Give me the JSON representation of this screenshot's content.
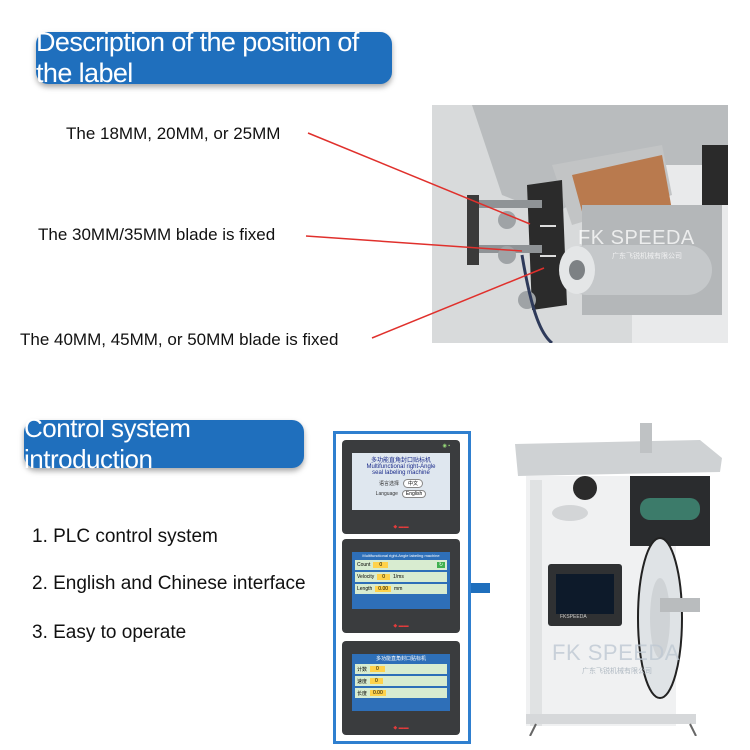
{
  "section1": {
    "title": "Description of the position of the label",
    "labels": [
      "The 18MM, 20MM, or 25MM",
      "The 30MM/35MM blade is fixed",
      "The 40MM, 45MM, or 50MM blade is fixed"
    ],
    "watermark": "FK SPEEDA",
    "watermark_sub": "广东飞锐机械有限公司"
  },
  "section2": {
    "title": "Control system introduction",
    "bullets": [
      "1. PLC control system",
      "2. English and Chinese interface",
      "3. Easy to operate"
    ],
    "screen1": {
      "line1": "多功能直角封口贴标机",
      "line2": "Multifunctional right-Angle",
      "line3": "seal labeling machine",
      "btn_cn": "中文",
      "lang_cn": "语言选择",
      "btn_en": "English",
      "lang_en": "Language"
    },
    "screen2": {
      "header": "Multifunctional right-Angle labeling machine",
      "count_label": "Count",
      "count_value": "0",
      "velocity_label": "Velocity",
      "velocity_value": "0",
      "velocity_unit": "1/ms",
      "length_label": "Length",
      "length_value": "0.00",
      "length_unit": "mm"
    },
    "screen3": {
      "header": "多功能直角封口贴标机",
      "count_label": "计数",
      "count_value": "0",
      "velocity_label": "速度",
      "velocity_value": "0",
      "length_label": "长度",
      "length_value": "0.00"
    },
    "watermark": "FK SPEEDA",
    "watermark_sub": "广东飞锐机械有限公司",
    "device_brand": "FKSPEEDA"
  },
  "colors": {
    "banner": "#1f6fbd",
    "arrow": "#1f6fbd",
    "callout_line": "#e0302c",
    "panel_border": "#2f7fcf"
  }
}
